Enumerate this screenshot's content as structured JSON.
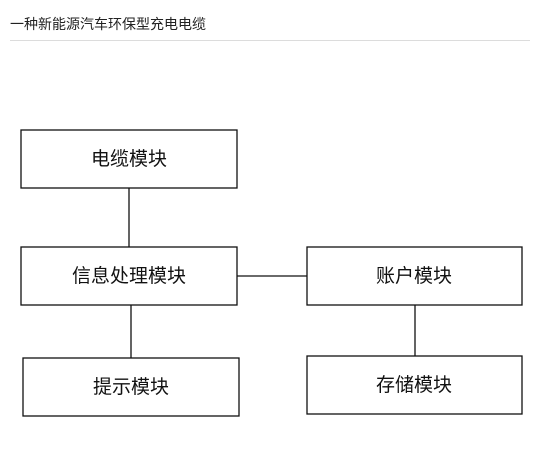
{
  "page": {
    "title": "一种新能源汽车环保型充电电缆"
  },
  "diagram": {
    "nodes": [
      {
        "id": "cable",
        "label": "电缆模块"
      },
      {
        "id": "info",
        "label": "信息处理模块"
      },
      {
        "id": "account",
        "label": "账户模块"
      },
      {
        "id": "prompt",
        "label": "提示模块"
      },
      {
        "id": "storage",
        "label": "存储模块"
      }
    ],
    "edges": [
      {
        "from": "cable",
        "to": "info"
      },
      {
        "from": "info",
        "to": "account"
      },
      {
        "from": "info",
        "to": "prompt"
      },
      {
        "from": "account",
        "to": "storage"
      }
    ]
  }
}
